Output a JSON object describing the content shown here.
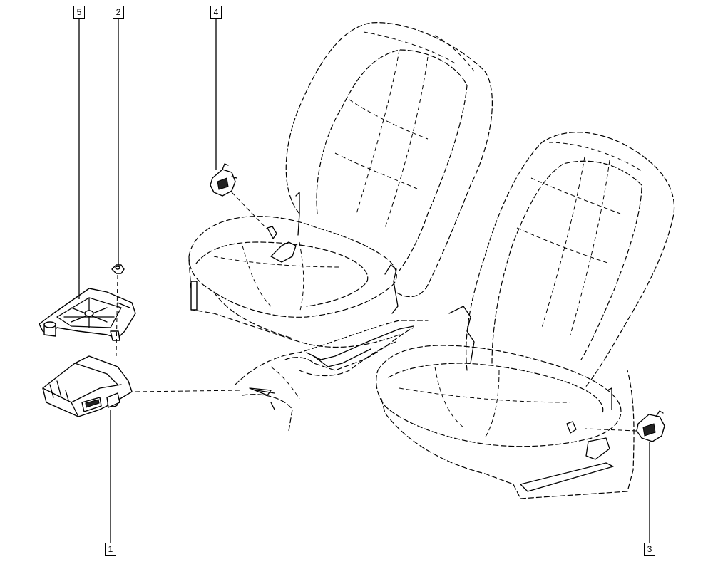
{
  "callouts": [
    {
      "id": "airbag-ecu",
      "number": "1"
    },
    {
      "id": "mounting-nut",
      "number": "2"
    },
    {
      "id": "passenger-seat-sensor",
      "number": "3"
    },
    {
      "id": "driver-seat-sensor",
      "number": "4"
    },
    {
      "id": "ecu-bracket",
      "number": "5"
    }
  ],
  "colors": {
    "line": "#000000",
    "background": "#ffffff"
  }
}
